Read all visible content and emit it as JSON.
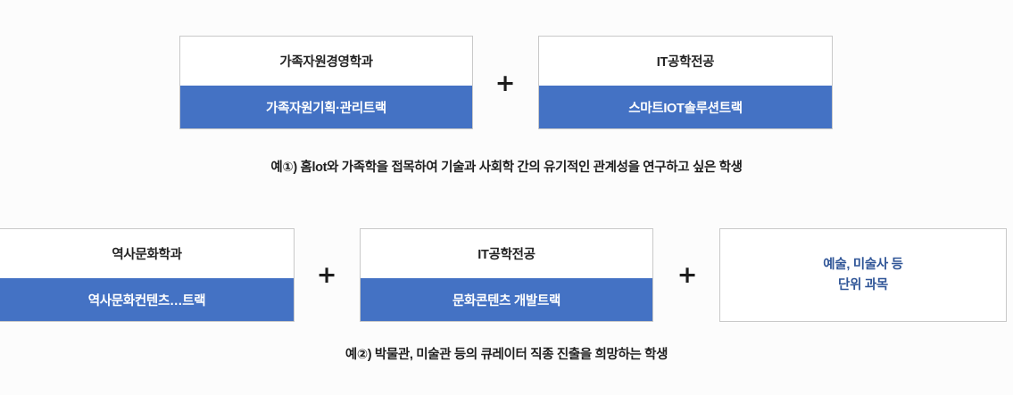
{
  "page": {
    "title": "전공 트랙 조합 예시",
    "background_color": "#fcfcfc",
    "accent_blue": "#4472c4",
    "text_blue": "#2f5597",
    "border_color": "#c9c9c9"
  },
  "operators": {
    "plus": "+"
  },
  "rows": [
    {
      "id": "row-1",
      "cards": [
        {
          "department": "가족자원경영학과",
          "track": "가족자원기획·관리트랙"
        },
        {
          "department": "IT공학전공",
          "track": "스마트IOT솔루션트랙"
        }
      ],
      "caption": "예①) 홈lot와  가족학을 접목하여 기술과 사회학 간의 유기적인 관계성을 연구하고 싶은 학생"
    },
    {
      "id": "row-2",
      "cards": [
        {
          "department": "역사문화학과",
          "track": "역사문화컨텐츠…트랙"
        },
        {
          "department": "IT공학전공",
          "track": "문화콘텐츠 개발트랙"
        },
        {
          "plain_text": "예술, 미술사 등\n단위 과목"
        }
      ],
      "caption": "예②) 박물관, 미술관 등의 큐레이터 직종 진출을 희망하는 학생"
    }
  ]
}
